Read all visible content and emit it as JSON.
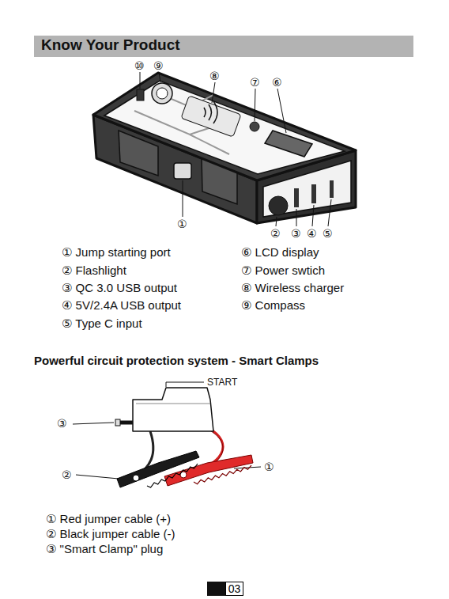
{
  "diagram": {
    "title": "Know Your Product",
    "nodes": [
      {
        "text": [
          "03"
        ]
      }
    ],
    "labels": [
      "⑩",
      "⑨",
      "⑧",
      "⑦",
      "⑥",
      "①",
      "②",
      "③",
      "④",
      "⑤",
      "① Jump starting port",
      "② Flashlight",
      "③ QC 3.0 USB output",
      "④ 5V/2.4A USB output",
      "⑤ Type C input",
      "⑥ LCD display",
      "⑦ Power swtich",
      "⑧ Wireless charger",
      "⑨ Compass",
      "Powerful circuit protection system - Smart Clamps",
      "START",
      "③",
      "②",
      "①",
      "① Red jumper cable (+)",
      "② Black jumper cable (-)",
      "③ \"Smart Clamp\" plug"
    ]
  }
}
